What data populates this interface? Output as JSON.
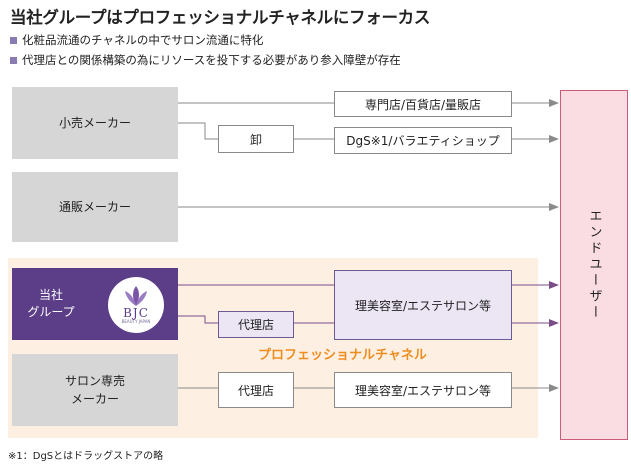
{
  "title": "当社グループはプロフェッショナルチャネルにフォーカス",
  "bullets": [
    "化粧品流通のチャネルの中でサロン流通に特化",
    "代理店との関係構築の為にリソースを投下する必要があり参入障壁が存在"
  ],
  "makers": {
    "retail": "小売メーカー",
    "mailorder": "通販メーカー",
    "company_line1": "当社",
    "company_line2": "グループ",
    "salon_line1": "サロン専売",
    "salon_line2": "メーカー"
  },
  "logo": {
    "text": "BJC",
    "subtext": "BEAUTY JAPAN"
  },
  "boxes": {
    "specialty": "専門店/百貨店/量販店",
    "wholesale": "卸",
    "dgs": "DgS※1/バラエティショップ",
    "agent_company": "代理店",
    "salon_company": "理美容室/エステサロン等",
    "agent_salon": "代理店",
    "salon_salon": "理美容室/エステサロン等"
  },
  "professional_channel": "プロフェッショナルチャネル",
  "end_user": "エンドユーザー",
  "footnote": "※1：DgSとはドラッグストアの略",
  "colors": {
    "accent_purple": "#5b3d88",
    "pro_orange": "#ee8d1f",
    "end_pink": "#fadde3"
  }
}
